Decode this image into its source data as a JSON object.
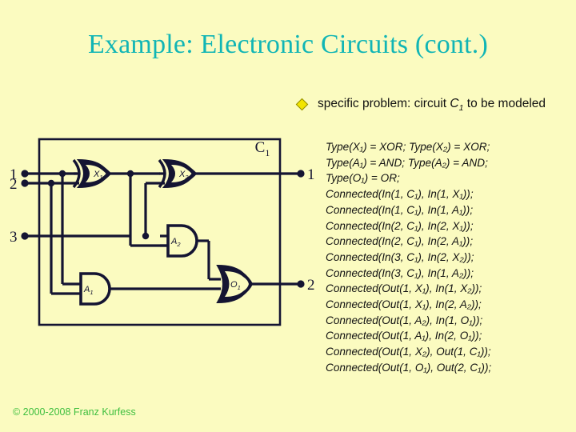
{
  "slide": {
    "background_color": "#FBFBC0",
    "title": "Example: Electronic Circuits (cont.)",
    "title_color": "#11B5B5",
    "footer": "© 2000-2008 Franz Kurfess",
    "footer_color": "#3FBF3F"
  },
  "bullet": {
    "marker": "diamond-bullet",
    "marker_color": "#F2E500",
    "text_part1": "specific problem: circuit ",
    "text_emphasis": "C",
    "text_emphasis_sub": "1",
    "text_part2": " to be modeled"
  },
  "logic": {
    "lines": [
      "Type(X₁) = XOR; Type(X₂) = XOR;",
      "Type(A₁) = AND; Type(A₂) = AND;",
      "Type(O₁) = OR;",
      "Connected(In(1, C₁), In(1, X₁));",
      "Connected(In(1, C₁), In(1, A₁));",
      "Connected(In(2, C₁), In(2, X₁));",
      "Connected(In(2, C₁), In(2, A₁));",
      "Connected(In(3, C₁), In(2, X₂));",
      "Connected(In(3, C₁), In(1, A₂));",
      "Connected(Out(1, X₁), In(1, X₂));",
      "Connected(Out(1, X₁), In(2, A₂));",
      "Connected(Out(1, A₂), In(1, O₁));",
      "Connected(Out(1, A₁), In(2, O₁));",
      "Connected(Out(1, X₂), Out(1, C₁));",
      "Connected(Out(1, O₁), Out(2, C₁));"
    ]
  },
  "circuit": {
    "name": "C",
    "name_sub": "1",
    "wire_color": "#141432",
    "inputs": [
      {
        "label": "1"
      },
      {
        "label": "2"
      },
      {
        "label": "3"
      }
    ],
    "outputs": [
      {
        "label": "1"
      },
      {
        "label": "2"
      }
    ],
    "gates": [
      {
        "id": "X1",
        "label": "X",
        "sub": "1",
        "type": "xor"
      },
      {
        "id": "X2",
        "label": "X",
        "sub": "2",
        "type": "xor"
      },
      {
        "id": "A1",
        "label": "A",
        "sub": "1",
        "type": "and"
      },
      {
        "id": "A2",
        "label": "A",
        "sub": "2",
        "type": "and"
      },
      {
        "id": "O1",
        "label": "O",
        "sub": "1",
        "type": "or"
      }
    ]
  }
}
